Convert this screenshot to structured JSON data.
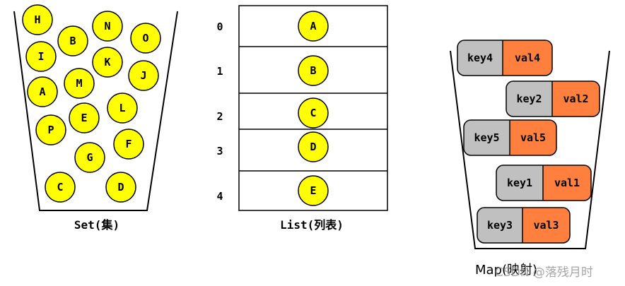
{
  "set": {
    "caption": "Set(集)",
    "balls": [
      "H",
      "N",
      "B",
      "O",
      "I",
      "K",
      "J",
      "M",
      "A",
      "L",
      "E",
      "P",
      "F",
      "G",
      "C",
      "D"
    ]
  },
  "list": {
    "caption": "List(列表)",
    "indices": [
      "0",
      "1",
      "2",
      "3",
      "4"
    ],
    "items": [
      "A",
      "B",
      "C",
      "D",
      "E"
    ]
  },
  "map": {
    "caption": "Map(映射)",
    "watermark": "CSDN @落残月时",
    "entries": [
      {
        "key": "key4",
        "value": "val4"
      },
      {
        "key": "key2",
        "value": "val2"
      },
      {
        "key": "key5",
        "value": "val5"
      },
      {
        "key": "key1",
        "value": "val1"
      },
      {
        "key": "key3",
        "value": "val3"
      }
    ]
  },
  "colors": {
    "ball_fill": "#ffff00",
    "key_fill": "#c0c0c0",
    "value_fill": "#ff7f3f",
    "stroke": "#000000"
  }
}
